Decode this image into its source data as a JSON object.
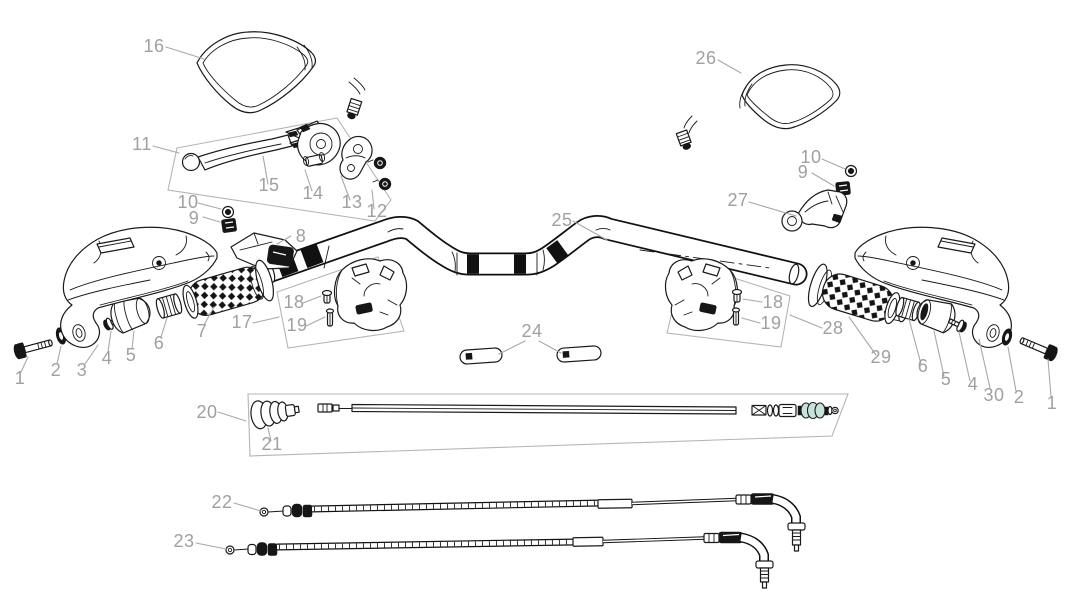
{
  "diagram": {
    "type": "exploded-parts-diagram",
    "subject": "handlebar-assembly",
    "colors": {
      "background": "#ffffff",
      "line": "#1a1a1a",
      "label": "#a0a0a0",
      "group_box": "#b5b5b5",
      "cable_boot_accent": "#c6e2db"
    },
    "callouts": {
      "c16": "16",
      "c11": "11",
      "c15": "15",
      "c14": "14",
      "c13": "13",
      "c12": "12",
      "c10_left": "10",
      "c9_left": "9",
      "c8": "8",
      "c25": "25",
      "c26": "26",
      "c10_right": "10",
      "c9_right": "9",
      "c27": "27",
      "c17": "17",
      "c18_left": "18",
      "c19_left": "19",
      "c24": "24",
      "c18_right": "18",
      "c19_right": "19",
      "c28": "28",
      "c29": "29",
      "c6_right": "6",
      "c5_right": "5",
      "c4_right": "4",
      "c30": "30",
      "c2_right": "2",
      "c1_right": "1",
      "c1_left": "1",
      "c2_left": "2",
      "c3": "3",
      "c4_left": "4",
      "c5_left": "5",
      "c6_left": "6",
      "c7": "7",
      "c20": "20",
      "c21": "21",
      "c22": "22",
      "c23": "23"
    }
  }
}
